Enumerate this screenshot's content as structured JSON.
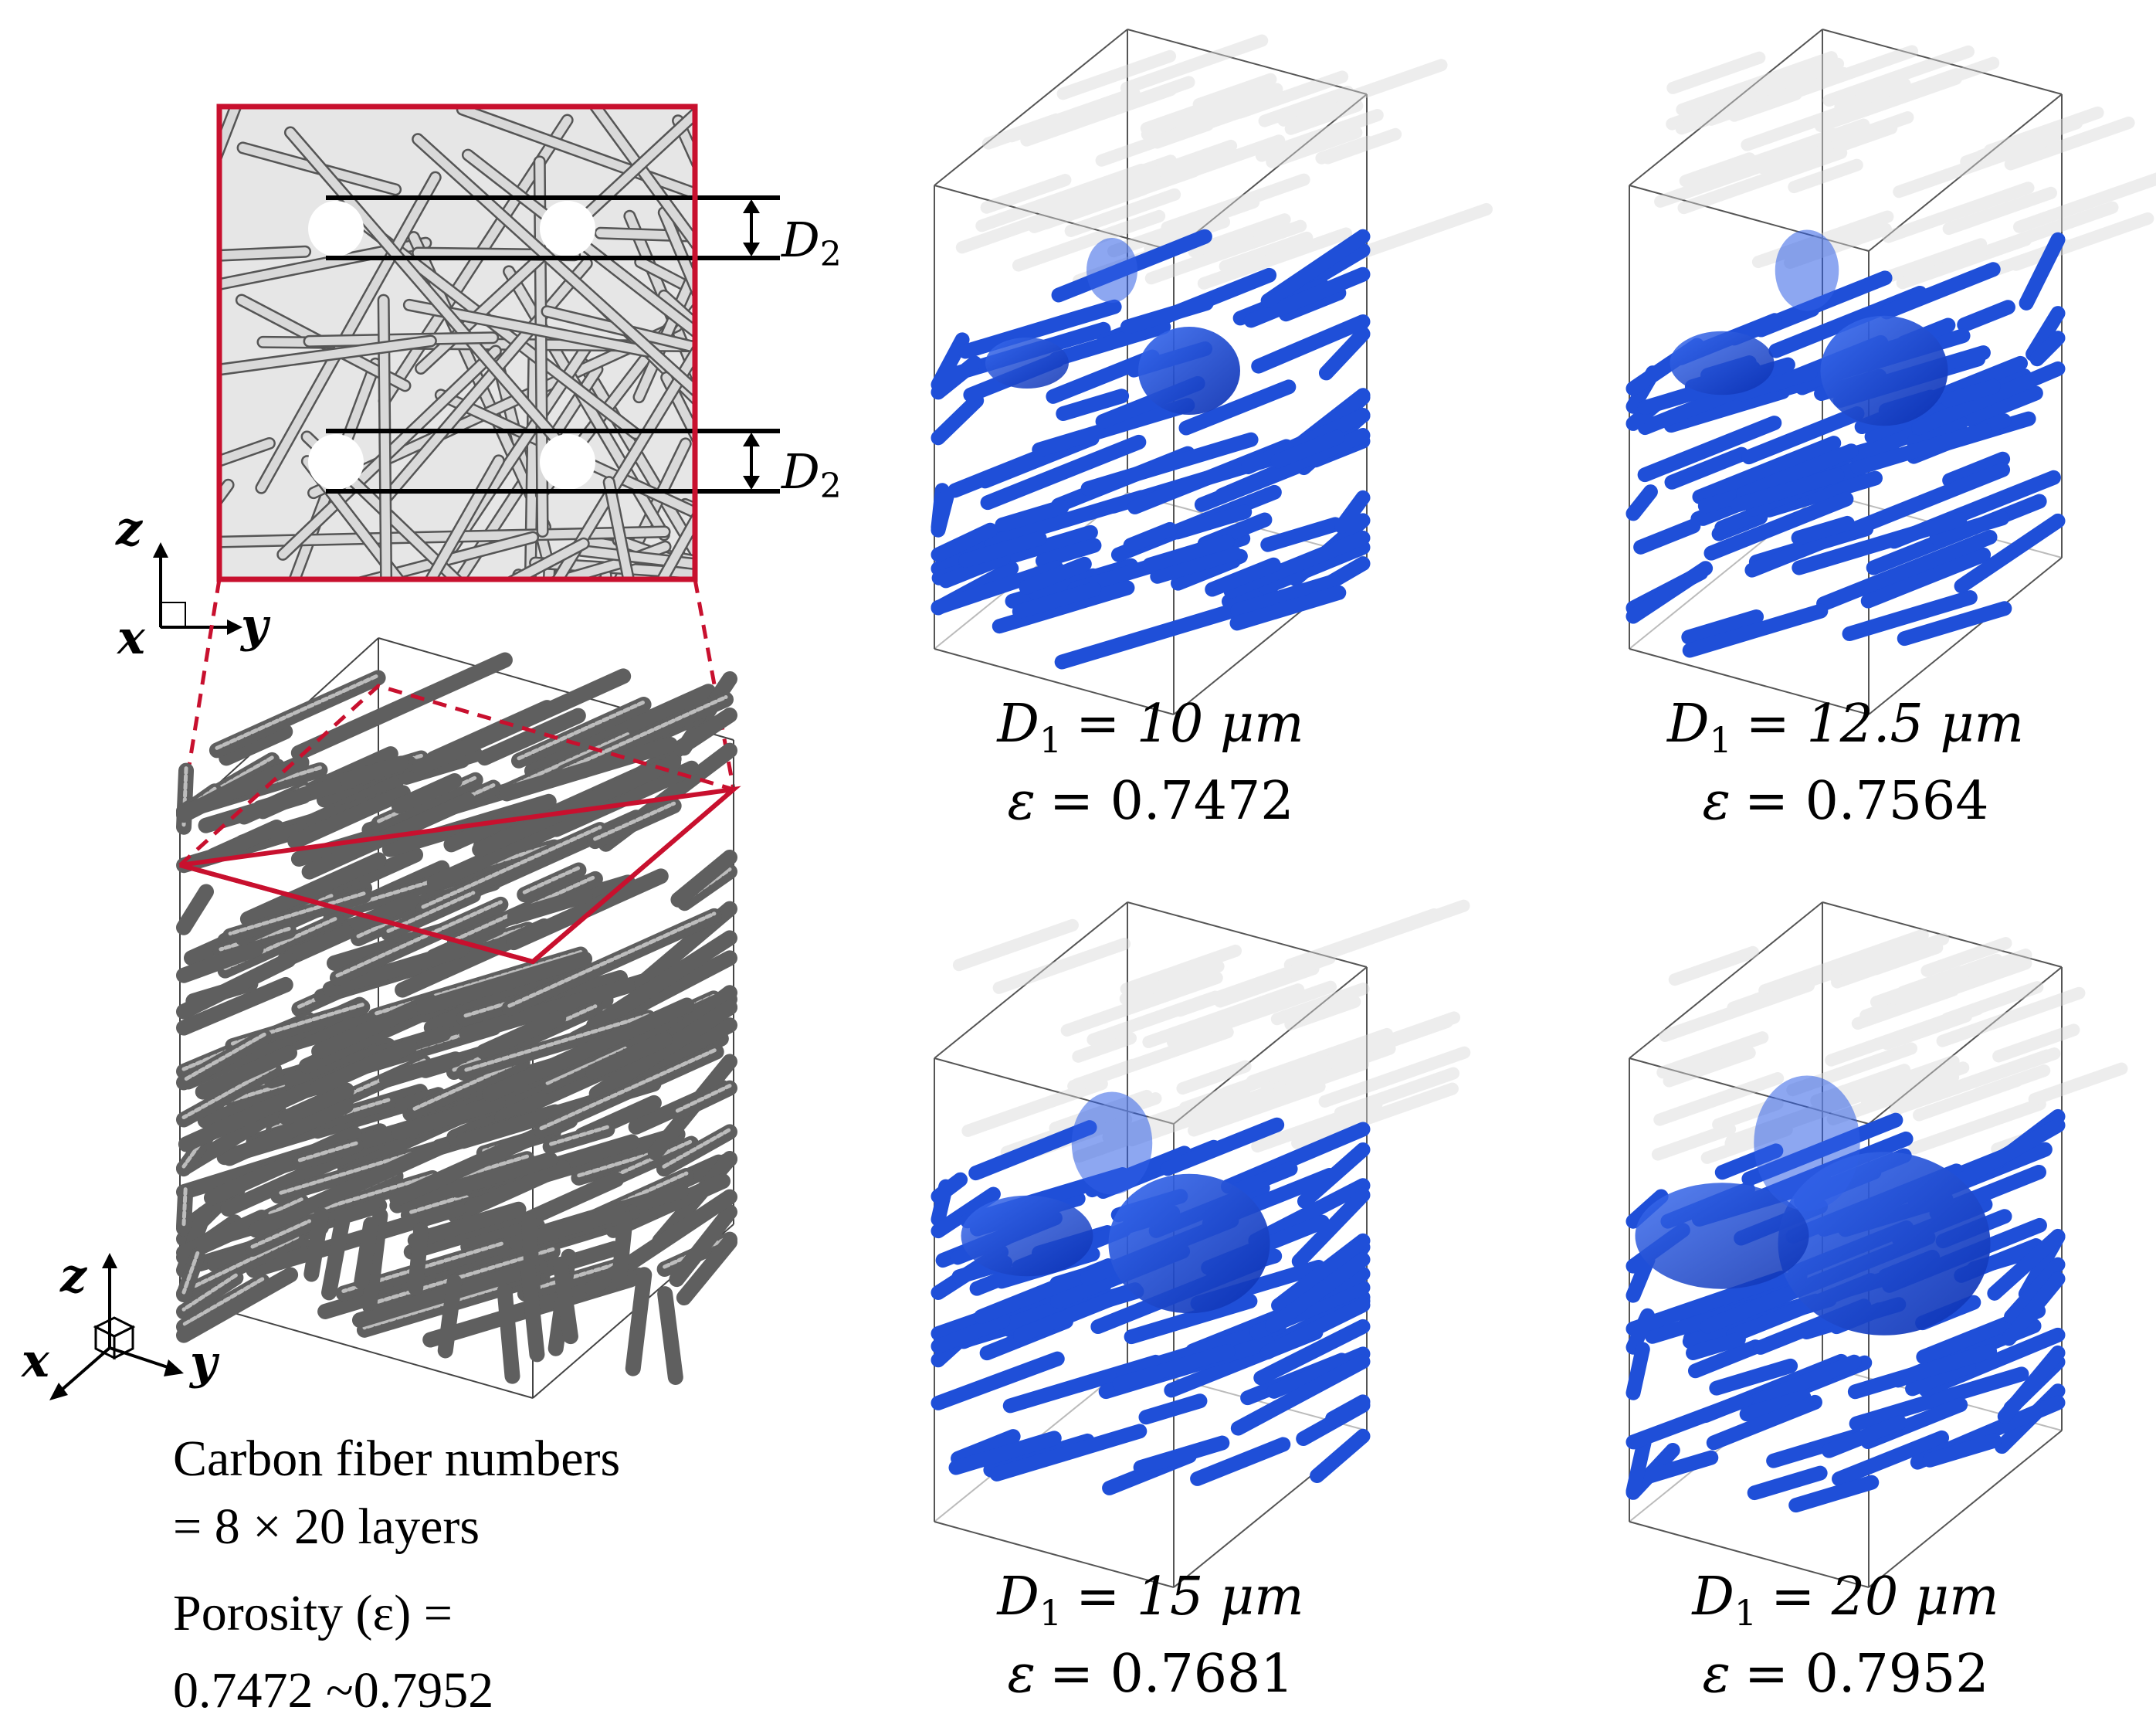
{
  "top_view": {
    "d2_label": "D",
    "d2_subscript": "2"
  },
  "axes_2d": {
    "z": "z",
    "x": "x",
    "y": "y"
  },
  "axes_3d": {
    "z": "z",
    "x": "x",
    "y": "y"
  },
  "caption": {
    "line1": "Carbon fiber numbers",
    "line2": "= 8 × 20 layers",
    "line3": "Porosity (ε) =",
    "line4": "0.7472 ~0.7952"
  },
  "panels": [
    {
      "d1_symbol": "D",
      "d1_sub": "1",
      "d1_value": "= 10 μm",
      "eps_symbol": "ε",
      "eps_value": "= 0.7472"
    },
    {
      "d1_symbol": "D",
      "d1_sub": "1",
      "d1_value": "= 12.5 μm",
      "eps_symbol": "ε",
      "eps_value": "= 0.7564"
    },
    {
      "d1_symbol": "D",
      "d1_sub": "1",
      "d1_value": "= 15 μm",
      "eps_symbol": "ε",
      "eps_value": "= 0.7681"
    },
    {
      "d1_symbol": "D",
      "d1_sub": "1",
      "d1_value": "= 20 μm",
      "eps_symbol": "ε",
      "eps_value": "= 0.7952"
    }
  ],
  "colors": {
    "frame_red": "#c8102e",
    "fiber_gray": "#6e6e6e",
    "fiber_light": "#cfcfcf",
    "liquid_blue": "#1f4fd8",
    "ghost_gray": "#d8d8d8"
  }
}
